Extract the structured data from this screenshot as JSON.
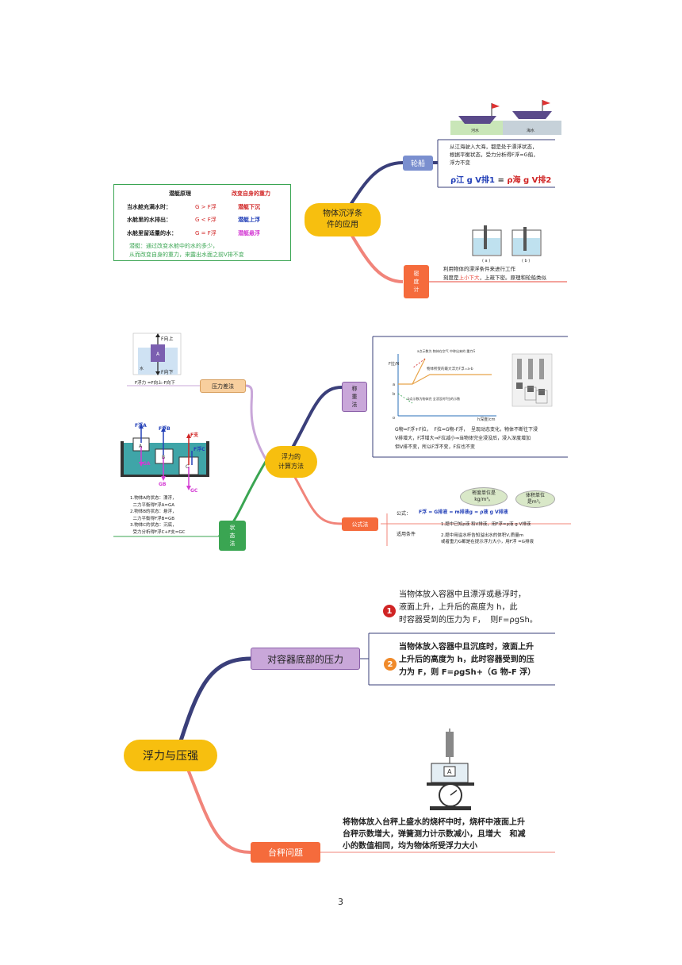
{
  "section1": {
    "center": "物体沉浮条\n件的应用",
    "lunchuan": {
      "label": "轮船",
      "note": "从江海驶入大海，都是处于漂浮状态，\n根据平衡状态，受力分析得F浮=G船，\n浮力不变",
      "water1": "河水",
      "water2": "海水",
      "formula_left": "ρ江 g V排1",
      "formula_eq": "=",
      "formula_right": "ρ海 g V排2"
    },
    "midujI": {
      "label": "密\n度\n计",
      "cap_a": "( a )",
      "cap_b": "( b )",
      "line1": "利用物体的漂浮条件来进行工作",
      "line2_pre": "刻度是",
      "line2_red": "上小下大",
      "line2_post": "，上疏下密。原理和轮船类似"
    },
    "qianting": {
      "h1": "潜艇原理",
      "h2": "改变自身的重力",
      "rows": [
        {
          "label": "当水舱充满水时：",
          "cond": "G > F浮",
          "result": "潜艇下沉"
        },
        {
          "label": "水舱里的水排出：",
          "cond": "G < F浮",
          "result": "潜艇上浮"
        },
        {
          "label": "水舱里留适量的水：",
          "cond": "G = F浮",
          "result": "潜艇悬浮"
        }
      ],
      "note": "潜艇：通过改变水舱中的水的多少，\n从而改变自身的重力，来露出水面之前V排不变"
    }
  },
  "section2": {
    "center": "浮力的\n计算方法",
    "yali": {
      "label": "压力差法",
      "f_up": "F向上",
      "f_down": "F向下",
      "water": "水",
      "letter": "A",
      "formula": "F浮力 =F向上-F向下"
    },
    "chengzhong": {
      "label": "称\n重\n法",
      "y_axis": "F拉/N",
      "x_axis": "h深度/cm",
      "a": "a",
      "b": "b",
      "o": "o",
      "note_a": "a点示数为\n物体在空气\n中称出来的\n重力G",
      "note_b": "b点示数为物体完\n全浸没时F拉的示数",
      "max_label": "物体所受的最大浮力F浮=a-b",
      "desc": "G物=F浮+F拉，  F拉=G物-F浮，  呈现动态变化，物体不断往下浸\nV排增大，F浮增大⇒F拉减小⇒当物体完全浸没后，浸入深度增加\n但V排不变，所以F浮不变，F拉也不变"
    },
    "zhuangtai": {
      "label": "状\n态\n法",
      "fa": "F浮A",
      "fb": "F浮B",
      "fc": "F浮C",
      "fn": "F支",
      "ga": "GA",
      "gb": "GB",
      "gc": "GC",
      "la": "A",
      "lb": "B",
      "lc": "C",
      "desc": "1.物体A的状态：漂浮，\n  二力平衡得F浮A=GA\n2.物体B的状态：悬浮，\n  二力平衡得F浮B=GB\n3.物体C的状态：沉底，\n  受力分析得F浮C+F支=GC"
    },
    "gongshi": {
      "label": "公式法",
      "bubble1": "密度单位是\nkg/m³。",
      "bubble2": "体积单位\n是m³。",
      "formula_label": "公式：",
      "formula": "F浮 = G排液 = m排液g = ρ液 g V排液",
      "cond_label": "适用条件",
      "cond1": "1.题中已知ρ液 和V排液，用F浮=ρ液 g V排液",
      "cond2": "2.题中用溢水杯告知溢出水的体积V,质量m\n或者重力G都是在提示浮力大小，用F浮 =G排液"
    }
  },
  "section3": {
    "center": "浮力与压强",
    "rongqi": {
      "label": "对容器底部的压力",
      "n1": "1",
      "t1": "当物体放入容器中且漂浮或悬浮时，\n液面上升，上升后的高度为 h，此\n时容器受到的压力为 F，  则F=ρgSh。",
      "n2": "2",
      "t2": "当物体放入容器中且沉底时，液面上升\n上升后的高度为 h，此时容器受到的压\n力为 F，则 F=ρgSh+（G 物-F 浮）"
    },
    "taicheng": {
      "label": "台秤问题",
      "scale_letter": "A",
      "text": "将物体放入台秤上盛水的烧杯中时，烧杯中液面上升\n台秤示数增大，弹簧测力计示数减小，且增大   和减\n小的数值相同，均为物体所受浮力大小"
    }
  },
  "page_number": "3",
  "colors": {
    "yellow": "#f7bf0f",
    "blue_node": "#7a8fcf",
    "green": "#3aa552",
    "red": "#e8473a",
    "purple": "#c9a7d9",
    "orange": "#f56b3c",
    "navy": "#3a3f7a"
  }
}
